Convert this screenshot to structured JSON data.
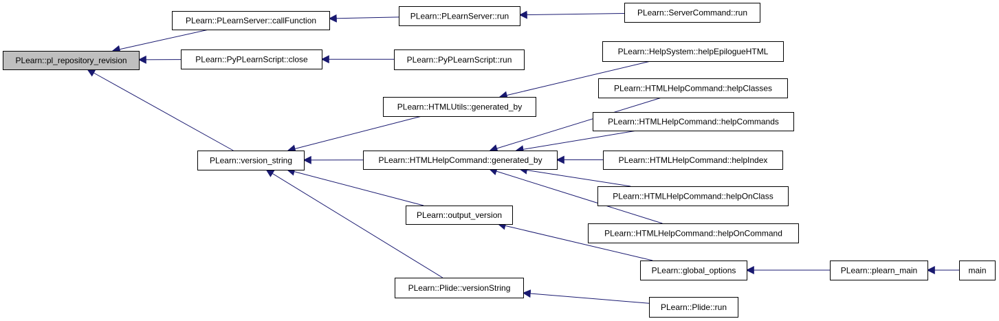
{
  "graph": {
    "colors": {
      "edge": "#191970",
      "node_border": "#000000",
      "node_fill": "#ffffff",
      "root_fill": "#bfbfbf",
      "text": "#000000"
    },
    "nodes": [
      {
        "id": "pl_repository_revision",
        "label": "PLearn::pl_repository_revision",
        "root": true
      },
      {
        "id": "callFunction",
        "label": "PLearn::PLearnServer::callFunction"
      },
      {
        "id": "plearnserver_run",
        "label": "PLearn::PLearnServer::run"
      },
      {
        "id": "servercommand_run",
        "label": "PLearn::ServerCommand::run"
      },
      {
        "id": "pyscript_close",
        "label": "PLearn::PyPLearnScript::close"
      },
      {
        "id": "pyscript_run",
        "label": "PLearn::PyPLearnScript::run"
      },
      {
        "id": "helpEpilogueHTML",
        "label": "PLearn::HelpSystem::helpEpilogueHTML"
      },
      {
        "id": "htmlutils_generated_by",
        "label": "PLearn::HTMLUtils::generated_by"
      },
      {
        "id": "helpClasses",
        "label": "PLearn::HTMLHelpCommand::helpClasses"
      },
      {
        "id": "helpCommands",
        "label": "PLearn::HTMLHelpCommand::helpCommands"
      },
      {
        "id": "version_string",
        "label": "PLearn::version_string"
      },
      {
        "id": "htmlhelp_generated_by",
        "label": "PLearn::HTMLHelpCommand::generated_by"
      },
      {
        "id": "helpIndex",
        "label": "PLearn::HTMLHelpCommand::helpIndex"
      },
      {
        "id": "helpOnClass",
        "label": "PLearn::HTMLHelpCommand::helpOnClass"
      },
      {
        "id": "output_version",
        "label": "PLearn::output_version"
      },
      {
        "id": "helpOnCommand",
        "label": "PLearn::HTMLHelpCommand::helpOnCommand"
      },
      {
        "id": "global_options",
        "label": "PLearn::global_options"
      },
      {
        "id": "plearn_main",
        "label": "PLearn::plearn_main"
      },
      {
        "id": "main",
        "label": "main"
      },
      {
        "id": "versionString",
        "label": "PLearn::Plide::versionString"
      },
      {
        "id": "plide_run",
        "label": "PLearn::Plide::run"
      }
    ],
    "edges": [
      {
        "from": "callFunction",
        "to": "pl_repository_revision"
      },
      {
        "from": "pyscript_close",
        "to": "pl_repository_revision"
      },
      {
        "from": "version_string",
        "to": "pl_repository_revision"
      },
      {
        "from": "plearnserver_run",
        "to": "callFunction"
      },
      {
        "from": "servercommand_run",
        "to": "plearnserver_run"
      },
      {
        "from": "pyscript_run",
        "to": "pyscript_close"
      },
      {
        "from": "htmlutils_generated_by",
        "to": "version_string"
      },
      {
        "from": "htmlhelp_generated_by",
        "to": "version_string"
      },
      {
        "from": "output_version",
        "to": "version_string"
      },
      {
        "from": "versionString",
        "to": "version_string"
      },
      {
        "from": "helpEpilogueHTML",
        "to": "htmlutils_generated_by"
      },
      {
        "from": "helpClasses",
        "to": "htmlhelp_generated_by"
      },
      {
        "from": "helpCommands",
        "to": "htmlhelp_generated_by"
      },
      {
        "from": "helpIndex",
        "to": "htmlhelp_generated_by"
      },
      {
        "from": "helpOnClass",
        "to": "htmlhelp_generated_by"
      },
      {
        "from": "helpOnCommand",
        "to": "htmlhelp_generated_by"
      },
      {
        "from": "global_options",
        "to": "output_version"
      },
      {
        "from": "plearn_main",
        "to": "global_options"
      },
      {
        "from": "main",
        "to": "plearn_main"
      },
      {
        "from": "plide_run",
        "to": "versionString"
      }
    ]
  }
}
